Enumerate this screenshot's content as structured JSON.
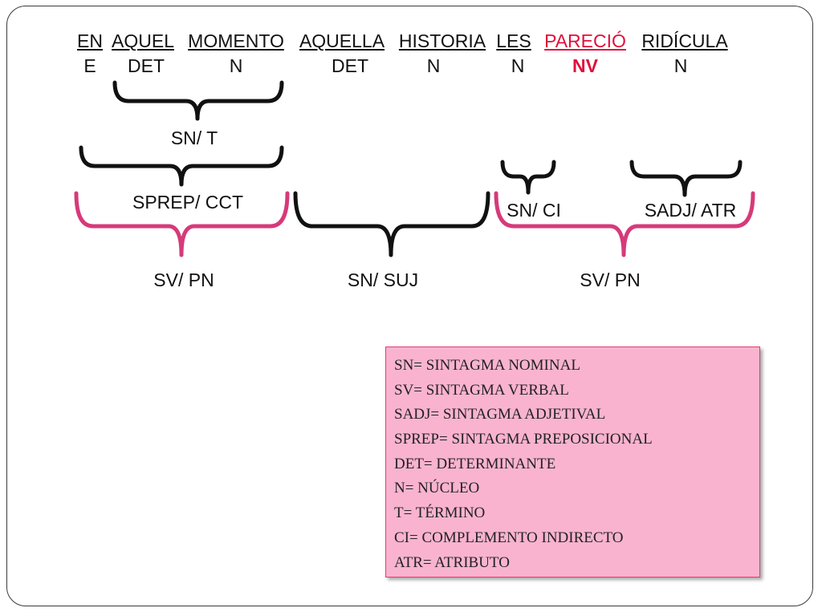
{
  "sentence": {
    "words": [
      "EN",
      "AQUEL",
      "MOMENTO",
      "AQUELLA",
      "HISTORIA",
      "LES",
      "PARECIÓ",
      "RIDÍCULA"
    ],
    "tags": [
      "E",
      "DET",
      "N",
      "DET",
      "N",
      "N",
      "NV",
      "N"
    ]
  },
  "labels": {
    "sn_t": "SN/ T",
    "sprep_cct": "SPREP/ CCT",
    "sn_ci": "SN/ CI",
    "sadj_atr": "SADJ/ ATR",
    "sv_pn_left": "SV/ PN",
    "sn_suj": "SN/ SUJ",
    "sv_pn_right": "SV/ PN"
  },
  "legend": [
    "SN= SINTAGMA NOMINAL",
    "SV= SINTAGMA VERBAL",
    "SADJ= SINTAGMA ADJETIVAL",
    "SPREP= SINTAGMA PREPOSICIONAL",
    "DET= DETERMINANTE",
    "N= NÚCLEO",
    "T= TÉRMINO",
    "CI= COMPLEMENTO INDIRECTO",
    "ATR= ATRIBUTO"
  ],
  "colors": {
    "highlight": "#e0103a",
    "brace_black": "#111111",
    "brace_pink": "#d63a7a",
    "legend_fill": "#f9b3cf"
  }
}
